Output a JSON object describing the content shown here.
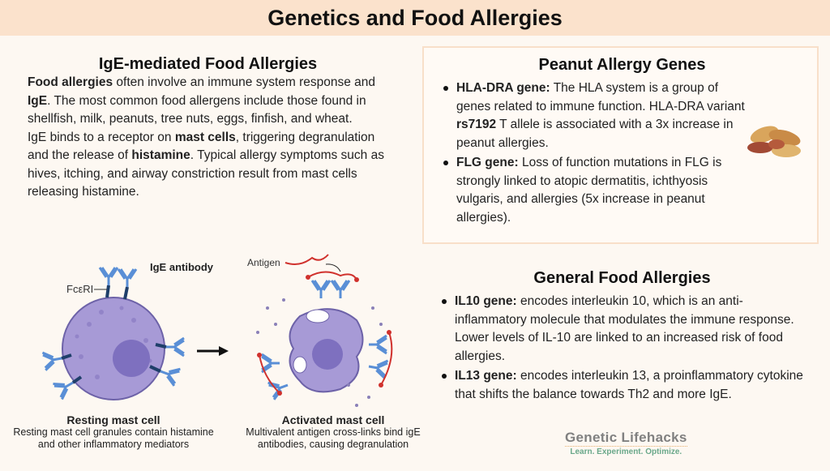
{
  "title": "Genetics and Food Allergies",
  "left": {
    "heading": "IgE-mediated Food Allergies",
    "p1": {
      "b1": "Food allergies",
      "t1": " often involve an immune system response and ",
      "b2": "IgE",
      "t2": ". The most common food allergens include those found in shellfish, milk, peanuts, tree nuts, eggs, finfish, and wheat."
    },
    "p2": {
      "t1": "IgE binds to a receptor on ",
      "b1": "mast cells",
      "t2": ", triggering degranulation and the release of ",
      "b2": "histamine",
      "t3": ". Typical allergy symptoms such as hives, itching, and airway constriction result from mast cells releasing histamine."
    }
  },
  "figure": {
    "ige_label": "IgE antibody",
    "receptor_label": "FcεRI",
    "antigen_label": "Antigen",
    "resting_title": "Resting mast cell",
    "resting_desc": "Resting mast cell granules contain histamine and other inflammatory mediators",
    "activated_title": "Activated mast cell",
    "activated_desc": "Multivalent antigen cross-links bind igE antibodies, causing degranulation"
  },
  "peanut": {
    "heading": "Peanut Allergy Genes",
    "items": [
      {
        "b": "HLA-DRA gene:",
        "t1": " The HLA system is a group of genes related to immune function. HLA-DRA variant ",
        "b2": "rs7192",
        "t2": " T allele is associated with a 3x increase in peanut allergies."
      },
      {
        "b": "FLG gene:",
        "t1": " Loss of function mutations in FLG is strongly linked to atopic dermatitis, ichthyosis vulgaris, and allergies (5x increase in peanut allergies)."
      }
    ]
  },
  "general": {
    "heading": "General Food Allergies",
    "items": [
      {
        "b": "IL10 gene:",
        "t": " encodes interleukin 10, which is an anti-inflammatory molecule that modulates the immune response. Lower levels of IL-10 are linked to an increased risk of food allergies."
      },
      {
        "b": "IL13 gene:",
        "t": " encodes interleukin 13, a proinflammatory cytokine that shifts the balance towards Th2 and more IgE."
      }
    ]
  },
  "logo": {
    "name": "Genetic Lifehacks",
    "tagline": "Learn. Experiment. Optimize."
  }
}
